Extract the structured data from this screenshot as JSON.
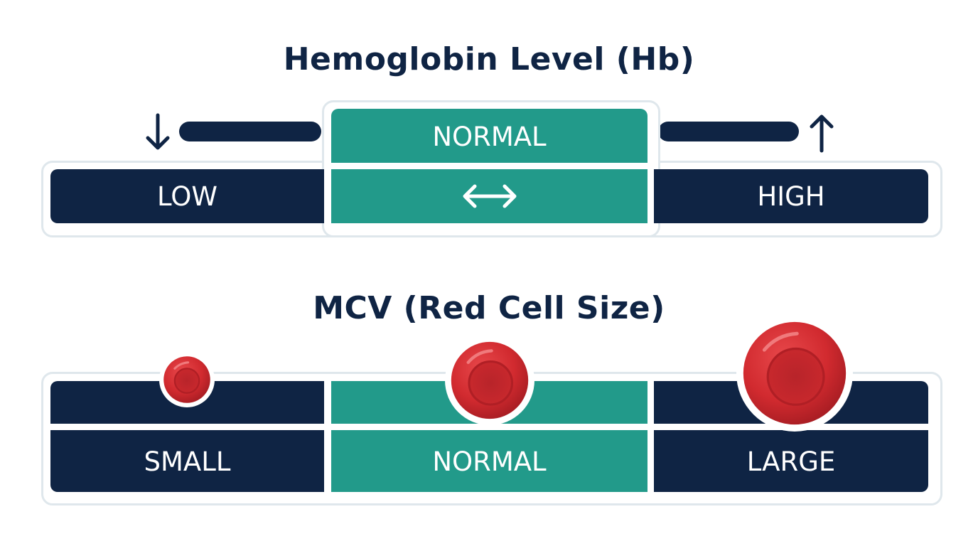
{
  "hemoglobin": {
    "title": "Hemoglobin Level (Hb)",
    "low_label": "LOW",
    "normal_label": "NORMAL",
    "high_label": "HIGH",
    "low_arrow_icon": "arrow-down-icon",
    "high_arrow_icon": "arrow-up-icon",
    "range_arrow_icon": "double-arrow-icon"
  },
  "mcv": {
    "title": "MCV (Red Cell Size)",
    "small_label": "SMALL",
    "normal_label": "NORMAL",
    "large_label": "LARGE",
    "cell_icon": "red-blood-cell-icon"
  },
  "colors": {
    "navy": "#0f2444",
    "teal": "#229a8a",
    "cell_red": "#d12a2f",
    "outline": "#dfe7ec"
  }
}
